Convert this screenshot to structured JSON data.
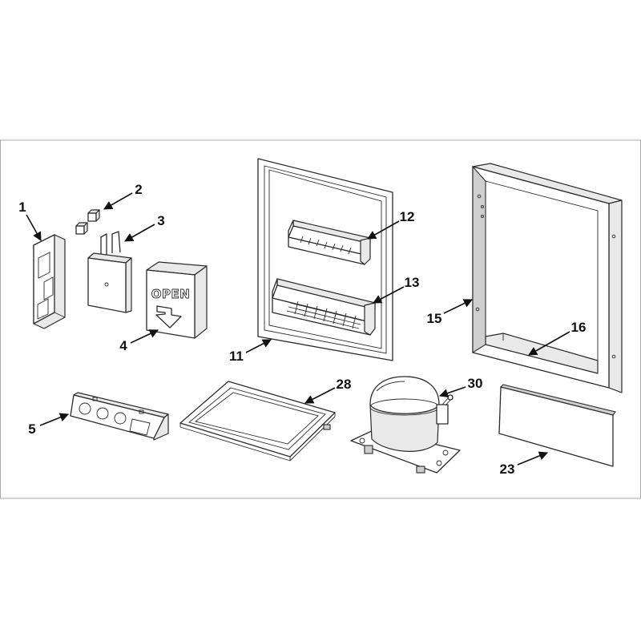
{
  "callouts": {
    "c1": "1",
    "c2": "2",
    "c3": "3",
    "c4": "4",
    "c5": "5",
    "c11": "11",
    "c12": "12",
    "c13": "13",
    "c15": "15",
    "c16": "16",
    "c23": "23",
    "c28": "28",
    "c30": "30"
  },
  "parts": {
    "part4_label": "OPEN"
  },
  "colors": {
    "line": "#2b2b2b",
    "frame": "#a8a8a8",
    "background": "#ffffff"
  }
}
